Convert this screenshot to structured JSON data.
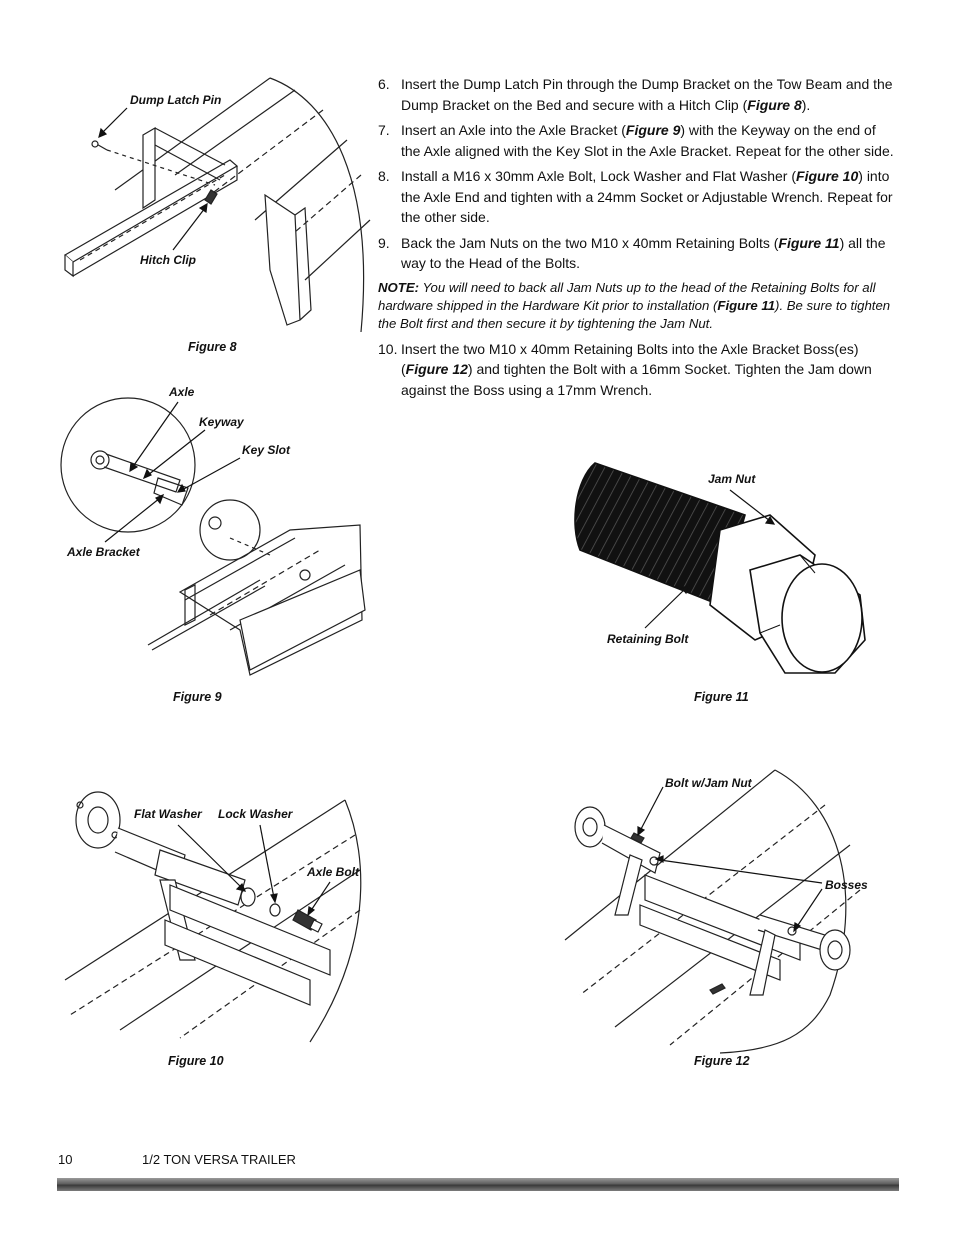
{
  "steps": [
    {
      "num": "6.",
      "parts": [
        "Insert the Dump Latch Pin through the Dump Bracket on the Tow Beam and the Dump Bracket on the Bed and secure with a Hitch Clip (",
        "Figure 8",
        ")."
      ]
    },
    {
      "num": "7.",
      "parts": [
        "Insert an Axle into the Axle Bracket (",
        "Figure 9",
        ") with the Keyway on the end of the Axle aligned with the Key Slot in the Axle Bracket.  Repeat for the other side."
      ]
    },
    {
      "num": "8.",
      "parts": [
        "Install a M16 x 30mm Axle Bolt, Lock Washer and Flat Washer (",
        "Figure 10",
        ") into the Axle End and tighten with a 24mm Socket or Adjustable Wrench.  Repeat for the other side."
      ]
    },
    {
      "num": "9.",
      "parts": [
        "Back the Jam Nuts on the two M10 x 40mm Retaining Bolts (",
        "Figure 11",
        ") all the way to the Head of the Bolts."
      ]
    }
  ],
  "note": {
    "label": "NOTE:",
    "parts": [
      "  You will need to back all Jam Nuts up to the head of the Retaining Bolts for all hardware shipped in the Hardware Kit prior to installation (",
      "Figure 11",
      ").  Be sure to tighten the Bolt first and then secure it by tightening the Jam Nut."
    ]
  },
  "step10": {
    "num": "10.",
    "parts": [
      "Insert the two M10 x 40mm Retaining Bolts into the Axle Bracket Boss(es) (",
      "Figure 12",
      ") and tighten the Bolt with a 16mm Socket.  Tighten the Jam down against the Boss using a 17mm Wrench."
    ]
  },
  "figures": {
    "fig8": {
      "caption": "Figure 8",
      "labels": {
        "dump_latch_pin": "Dump Latch Pin",
        "hitch_clip": "Hitch Clip"
      }
    },
    "fig9": {
      "caption": "Figure 9",
      "labels": {
        "axle": "Axle",
        "keyway": "Keyway",
        "key_slot": "Key Slot",
        "axle_bracket": "Axle Bracket"
      }
    },
    "fig10": {
      "caption": "Figure 10",
      "labels": {
        "flat_washer": "Flat Washer",
        "lock_washer": "Lock Washer",
        "axle_bolt": "Axle Bolt"
      }
    },
    "fig11": {
      "caption": "Figure 11",
      "labels": {
        "jam_nut": "Jam Nut",
        "retaining_bolt": "Retaining Bolt"
      }
    },
    "fig12": {
      "caption": "Figure 12",
      "labels": {
        "bolt_jam_nut": "Bolt w/Jam Nut",
        "bosses": "Bosses"
      }
    }
  },
  "footer": {
    "page_number": "10",
    "title": "1/2 TON VERSA TRAILER"
  }
}
